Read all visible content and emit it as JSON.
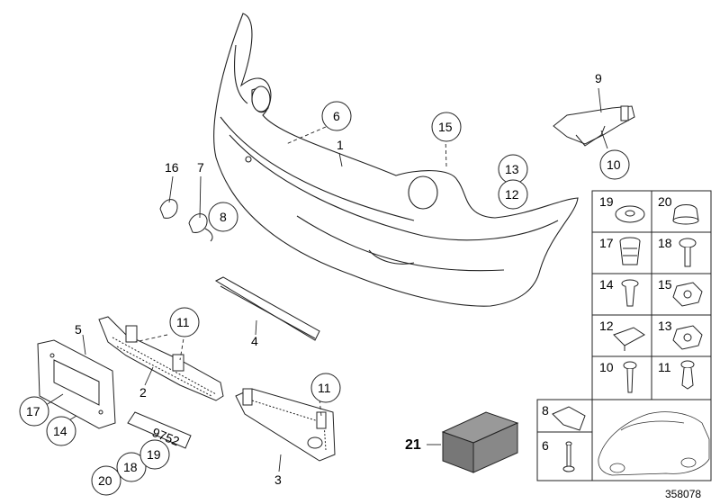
{
  "diagram_number": "358078",
  "callouts": {
    "c1": "1",
    "c2": "2",
    "c3": "3",
    "c4": "4",
    "c5": "5",
    "c6": "6",
    "c7": "7",
    "c8": "8",
    "c9": "9",
    "c10": "10",
    "c11a": "11",
    "c11b": "11",
    "c12": "12",
    "c13": "13",
    "c14": "14",
    "c15": "15",
    "c16": "16",
    "c17": "17",
    "c18": "18",
    "c19": "19",
    "c20": "20",
    "c21": "21"
  },
  "plate_text": "9752",
  "parts_grid": {
    "g19": "19",
    "g20": "20",
    "g17": "17",
    "g18": "18",
    "g14": "14",
    "g15": "15",
    "g12": "12",
    "g13": "13",
    "g10": "10",
    "g11": "11",
    "g8": "8",
    "g6": "6"
  }
}
